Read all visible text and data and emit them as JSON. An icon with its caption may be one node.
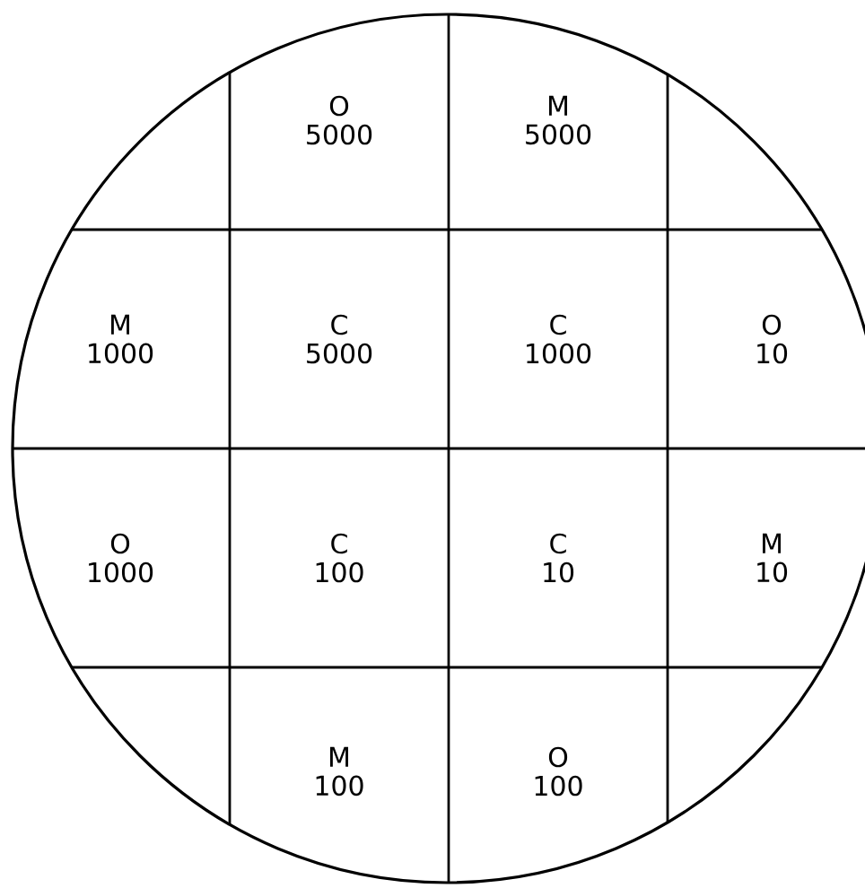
{
  "diagram": {
    "nodes": [
      {
        "text": [],
        "shape": "circle"
      },
      {
        "text": [
          "O",
          "5000"
        ],
        "in": 0
      },
      {
        "text": [
          "M",
          "5000"
        ],
        "in": 0
      },
      {
        "text": [
          "M",
          "1000"
        ],
        "in": 0
      },
      {
        "text": [
          "C",
          "5000"
        ],
        "in": 0
      },
      {
        "text": [
          "C",
          "1000"
        ],
        "in": 0
      },
      {
        "text": [
          "O",
          "10"
        ],
        "in": 0
      },
      {
        "text": [
          "O",
          "1000"
        ],
        "in": 0
      },
      {
        "text": [
          "C",
          "100"
        ],
        "in": 0
      },
      {
        "text": [
          "C",
          "10"
        ],
        "in": 0
      },
      {
        "text": [
          "M",
          "10"
        ],
        "in": 0
      },
      {
        "text": [
          "M",
          "100"
        ],
        "in": 0
      },
      {
        "text": [
          "O",
          "100"
        ],
        "in": 0
      }
    ]
  }
}
